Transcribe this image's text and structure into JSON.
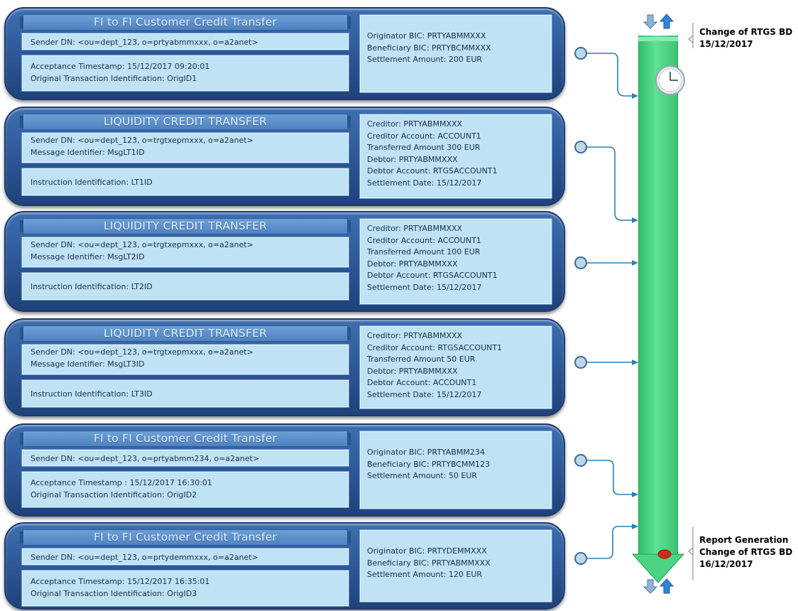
{
  "cards": [
    {
      "title": "FI to FI Customer Credit Transfer",
      "left": [
        "Sender DN: <ou=dept_123, o=prtyabmmxxx, o=a2anet>"
      ],
      "left2": [
        "Acceptance Timestamp: 15/12/2017 09:20:01",
        "Original Transaction Identification: OrigID1"
      ],
      "right": [
        "Originator BIC: PRTYABMMXXX",
        "Beneficiary BIC: PRTYBCMMXXX",
        "Settlement Amount:  200 EUR"
      ]
    },
    {
      "title": "LIQUIDITY CREDIT TRANSFER",
      "left": [
        "Sender DN: <ou=dept_123, o=trgtxepmxxx, o=a2anet>",
        "Message Identifier: MsgLT1ID"
      ],
      "left2": [
        "Instruction Identification: LT1ID"
      ],
      "right": [
        "Creditor: PRTYABMMXXX",
        "Creditor Account: ACCOUNT1",
        "Transferred Amount 300 EUR",
        "Debtor: PRTYABMMXXX",
        "Debtor Account: RTGSACCOUNT1",
        "Settlement Date: 15/12/2017"
      ]
    },
    {
      "title": "LIQUIDITY CREDIT TRANSFER",
      "left": [
        "Sender DN: <ou=dept_123, o=trgtxepmxxx, o=a2anet>",
        "Message Identifier: MsgLT2ID"
      ],
      "left2": [
        "Instruction Identification: LT2ID"
      ],
      "right": [
        "Creditor: PRTYABMMXXX",
        "Creditor Account: ACCOUNT1",
        "Transferred Amount 100 EUR",
        "Debtor: PRTYABMMXXX",
        "Debtor Account: RTGSACCOUNT1",
        "Settlement Date: 15/12/2017"
      ]
    },
    {
      "title": "LIQUIDITY CREDIT TRANSFER",
      "left": [
        "Sender DN: <ou=dept_123, o=trgtxepmxxx, o=a2anet>",
        "Message Identifier: MsgLT3ID"
      ],
      "left2": [
        "Instruction Identification: LT3ID"
      ],
      "right": [
        "Creditor: PRTYABMMXXX",
        "Creditor Account: RTGSACCOUNT1",
        "Transferred Amount 50 EUR",
        "Debtor: PRTYABMMXXX",
        "Debtor Account: ACCOUNT1",
        "Settlement Date: 15/12/2017"
      ]
    },
    {
      "title": "FI to FI Customer Credit Transfer",
      "left": [
        "Sender DN: <ou=dept_123, o=prtyabmm234, o=a2anet>"
      ],
      "left2": [
        "Acceptance Timestamp : 15/12/2017 16:30:01",
        "Original Transaction Identification: OrigID2"
      ],
      "right": [
        "Originator BIC: PRTYABMM234",
        "Beneficiary BIC: PRTYBCMM123",
        "Settlement Amount:  50 EUR"
      ]
    },
    {
      "title": "FI to FI Customer Credit Transfer",
      "left": [
        "Sender DN: <ou=dept_123, o=prtydemmxxx, o=a2anet>"
      ],
      "left2": [
        "Acceptance Timestamp: 15/12/2017 16:35:01",
        "Original Transaction Identification: OrigID3"
      ],
      "right": [
        "Originator BIC: PRTYDEMMXXX",
        "Beneficiary BIC: PRTYABMMXXX",
        "Settlement Amount:  120 EUR"
      ]
    }
  ],
  "timeline": {
    "top_label": [
      "Change of RTGS BD",
      "15/12/2017"
    ],
    "bottom_label": [
      "Report Generation",
      "Change of RTGS BD",
      "16/12/2017"
    ],
    "bar_color": "#4ad483",
    "card_color": "#2f5b9c",
    "pane_color": "#bfe2f4",
    "icons": [
      "clock-icon",
      "swap-arrows-icon",
      "red-dot-icon"
    ]
  }
}
